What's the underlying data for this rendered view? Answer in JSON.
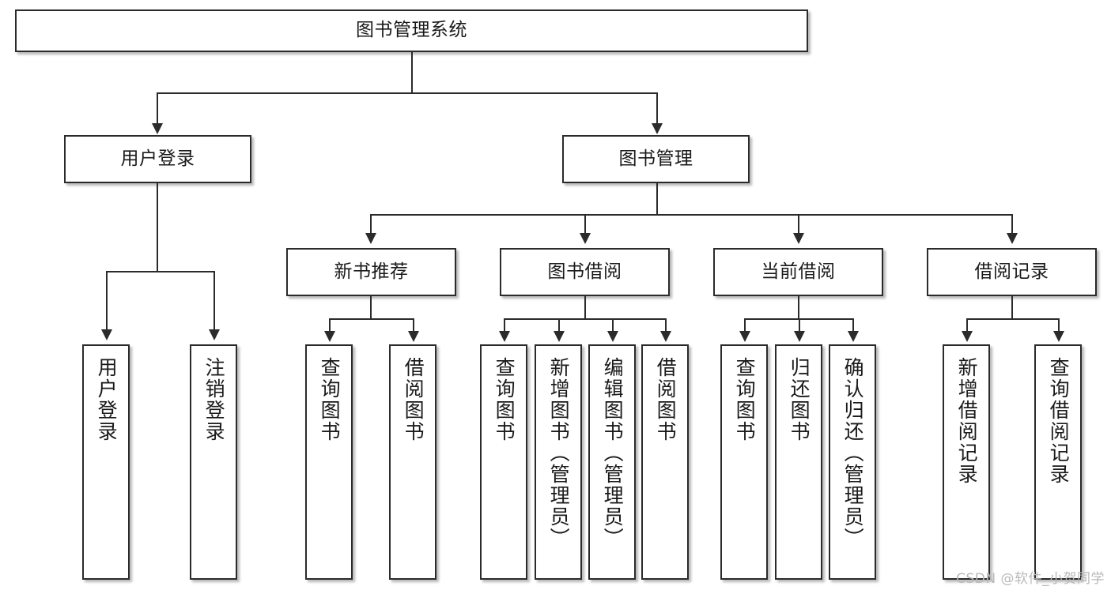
{
  "diagram": {
    "title": "图书管理系统",
    "watermark": "CSDN @软件_小贺同学",
    "colors": {
      "border": "#2b2b2b",
      "background": "#ffffff",
      "text": "#1a1a1a",
      "watermark": "#b9b9b9"
    },
    "level1": [
      {
        "id": "root",
        "label": "图书管理系统"
      }
    ],
    "level2": [
      {
        "id": "user-login",
        "label": "用户登录"
      },
      {
        "id": "book-manage",
        "label": "图书管理"
      }
    ],
    "level3": [
      {
        "id": "new-book-recommend",
        "label": "新书推荐"
      },
      {
        "id": "book-borrow",
        "label": "图书借阅"
      },
      {
        "id": "current-borrow",
        "label": "当前借阅"
      },
      {
        "id": "borrow-record",
        "label": "借阅记录"
      }
    ],
    "leaves": {
      "user_login": [
        {
          "id": "leaf-user-login",
          "label": "用户登录"
        },
        {
          "id": "leaf-logout",
          "label": "注销登录"
        }
      ],
      "new_book_recommend": [
        {
          "id": "leaf-query-book-1",
          "label": "查询图书"
        },
        {
          "id": "leaf-borrow-book-1",
          "label": "借阅图书"
        }
      ],
      "book_borrow": [
        {
          "id": "leaf-query-book-2",
          "label": "查询图书"
        },
        {
          "id": "leaf-add-book",
          "label": "新增图书（管理员）"
        },
        {
          "id": "leaf-edit-book",
          "label": "编辑图书（管理员）"
        },
        {
          "id": "leaf-borrow-book-2",
          "label": "借阅图书"
        }
      ],
      "current_borrow": [
        {
          "id": "leaf-query-book-3",
          "label": "查询图书"
        },
        {
          "id": "leaf-return-book",
          "label": "归还图书"
        },
        {
          "id": "leaf-confirm-return",
          "label": "确认归还（管理员）"
        }
      ],
      "borrow_record": [
        {
          "id": "leaf-add-record",
          "label": "新增借阅记录"
        },
        {
          "id": "leaf-query-record",
          "label": "查询借阅记录"
        }
      ]
    }
  }
}
